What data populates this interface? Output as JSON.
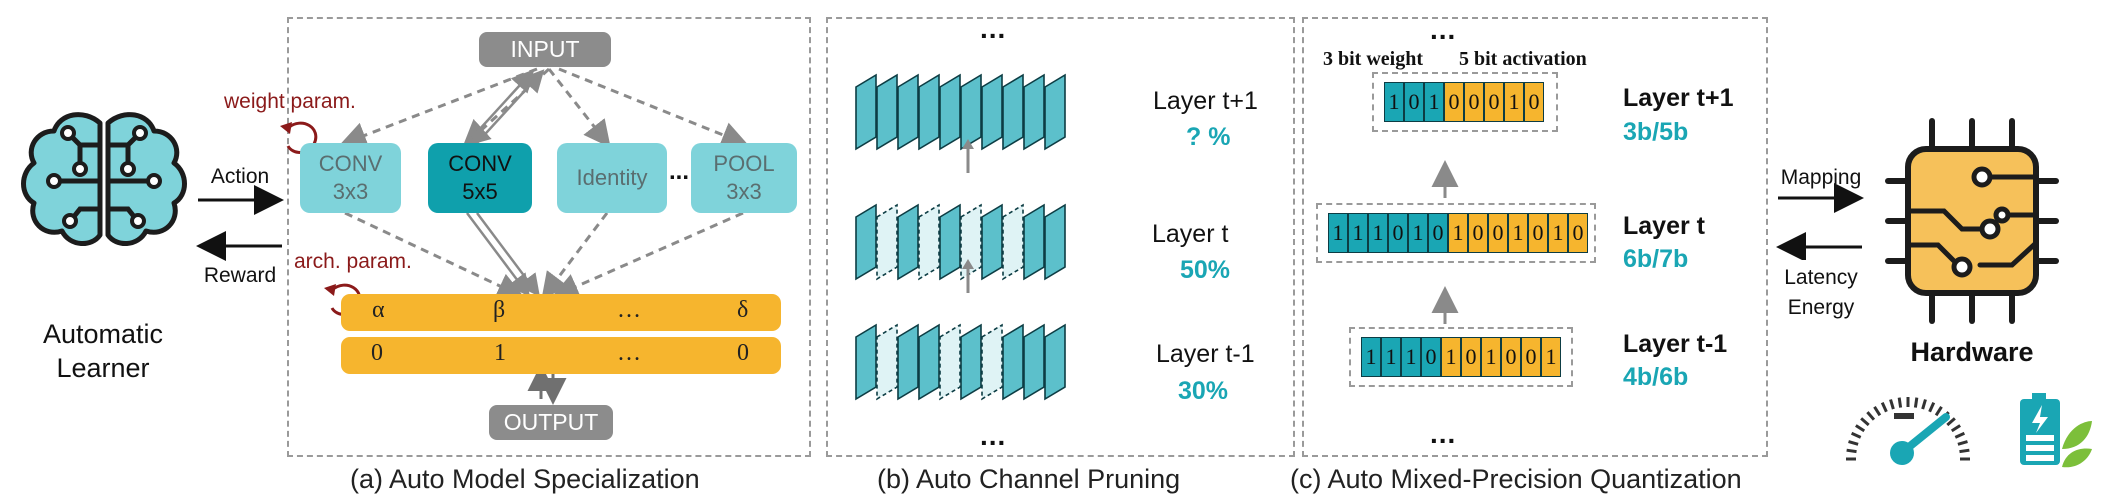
{
  "learner": {
    "label_line1": "Automatic",
    "label_line2": "Learner"
  },
  "hardware": {
    "label": "Hardware"
  },
  "arrows": {
    "action": "Action",
    "reward": "Reward",
    "mapping": "Mapping",
    "latency": "Latency",
    "energy": "Energy"
  },
  "panel_a": {
    "caption": "(a) Auto Model Specialization",
    "input_label": "INPUT",
    "output_label": "OUTPUT",
    "weight_param": "weight param.",
    "arch_param": "arch. param.",
    "ops": [
      {
        "line1": "CONV",
        "line2": "3x3"
      },
      {
        "line1": "CONV",
        "line2": "5x5"
      },
      {
        "line1": "Identity",
        "line2": ""
      },
      {
        "line1": "POOL",
        "line2": "3x3"
      }
    ],
    "ops_ellipsis": "...",
    "arch_row": [
      "α",
      "β",
      "…",
      "δ"
    ],
    "binary_row": [
      "0",
      "1",
      "…",
      "0"
    ]
  },
  "panel_b": {
    "caption": "(b) Auto Channel Pruning",
    "top_ellipsis": "...",
    "bottom_ellipsis": "...",
    "layers": [
      {
        "name": "Layer t+1",
        "value": "? %"
      },
      {
        "name": "Layer t",
        "value": "50%"
      },
      {
        "name": "Layer t-1",
        "value": "30%"
      }
    ]
  },
  "panel_c": {
    "caption": "(c) Auto Mixed-Precision Quantization",
    "top_ellipsis": "...",
    "bottom_ellipsis": "...",
    "weight_label": "3 bit weight",
    "activation_label": "5 bit activation",
    "layers": [
      {
        "name": "Layer t+1",
        "bits_label": "3b/5b",
        "weight_bits": [
          "1",
          "0",
          "1"
        ],
        "act_bits": [
          "0",
          "0",
          "0",
          "1",
          "0"
        ]
      },
      {
        "name": "Layer t",
        "bits_label": "6b/7b",
        "weight_bits": [
          "1",
          "1",
          "1",
          "0",
          "1",
          "0"
        ],
        "act_bits": [
          "1",
          "0",
          "0",
          "1",
          "0",
          "1",
          "0"
        ]
      },
      {
        "name": "Layer t-1",
        "bits_label": "4b/6b",
        "weight_bits": [
          "1",
          "1",
          "1",
          "0"
        ],
        "act_bits": [
          "1",
          "0",
          "1",
          "0",
          "0",
          "1"
        ]
      }
    ]
  },
  "colors": {
    "teal": "#1aa6b4",
    "dark_teal": "#0fa0ac",
    "light_teal": "#7fd3da",
    "orange": "#f6b52e",
    "dark_red": "#8b1a1a",
    "gray_pill": "#8c8c8c"
  }
}
